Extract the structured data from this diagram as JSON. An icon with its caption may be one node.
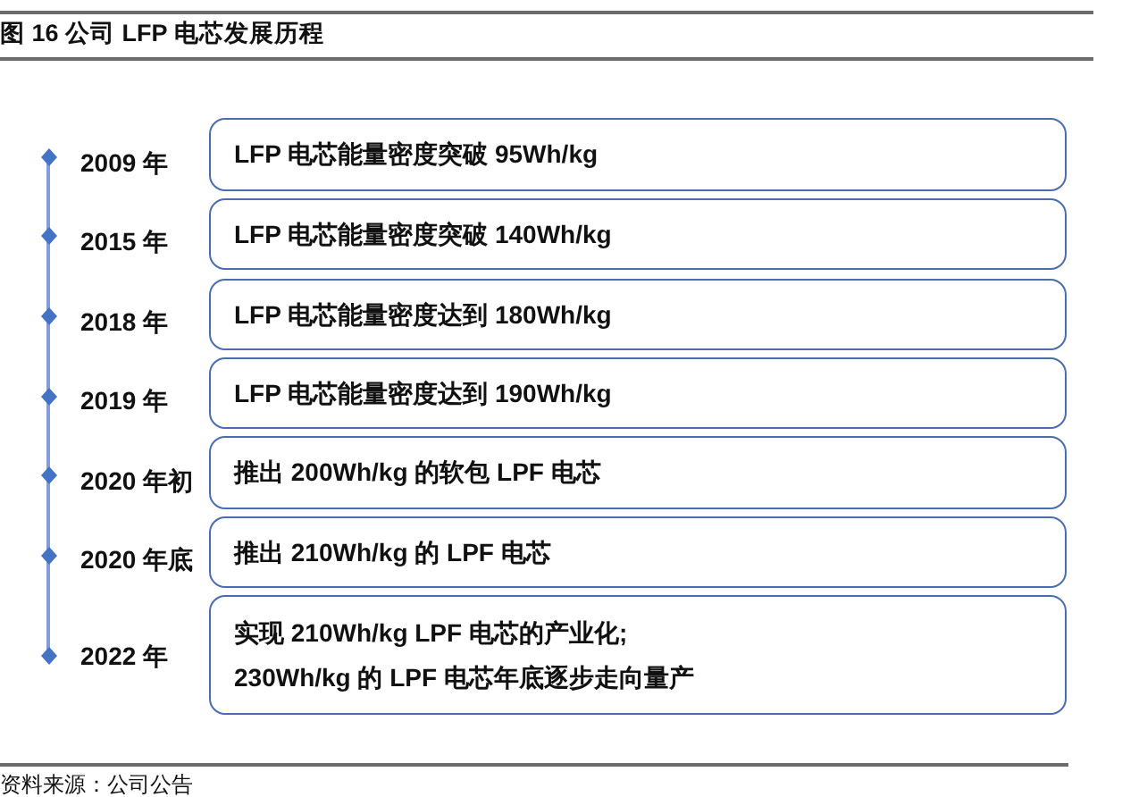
{
  "diagram": {
    "title": "图 16 公司 LFP 电芯发展历程",
    "caption": "资料来源：公司公告",
    "nodes": [
      {
        "text": [
          "LFP 电芯能量密度突破 95Wh/kg"
        ],
        "beside": [
          "2009 年"
        ]
      },
      {
        "text": [
          "LFP 电芯能量密度突破 140Wh/kg"
        ],
        "beside": [
          "2015 年"
        ]
      },
      {
        "text": [
          "LFP 电芯能量密度达到 180Wh/kg"
        ],
        "beside": [
          "2018 年"
        ]
      },
      {
        "text": [
          "LFP 电芯能量密度达到 190Wh/kg"
        ],
        "beside": [
          "2019 年"
        ]
      },
      {
        "text": [
          "推出 200Wh/kg 的软包 LPF 电芯"
        ],
        "beside": [
          "2020 年初"
        ]
      },
      {
        "text": [
          "推出 210Wh/kg 的 LPF 电芯"
        ],
        "beside": [
          "2020 年底"
        ]
      },
      {
        "text": [
          "实现 210Wh/kg LPF 电芯的产业化;",
          "230Wh/kg 的 LPF 电芯年底逐步走向量产"
        ],
        "beside": [
          "2022 年"
        ]
      }
    ]
  }
}
